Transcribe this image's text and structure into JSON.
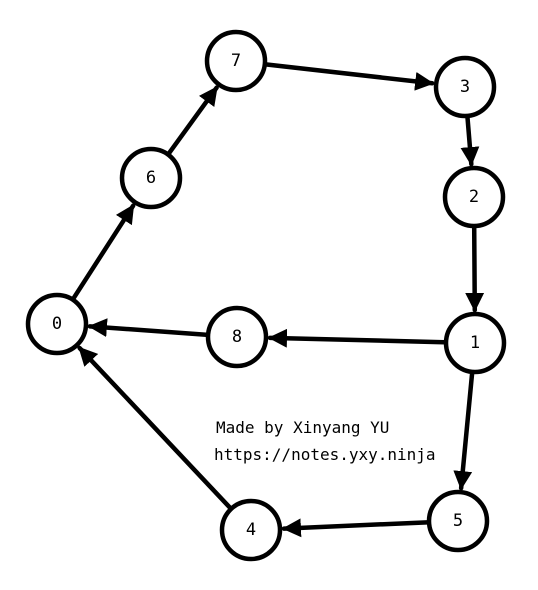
{
  "graph": {
    "nodes": [
      "0",
      "1",
      "2",
      "3",
      "4",
      "5",
      "6",
      "7",
      "8"
    ],
    "edges": [
      {
        "from": "0",
        "to": "6"
      },
      {
        "from": "6",
        "to": "7"
      },
      {
        "from": "7",
        "to": "3"
      },
      {
        "from": "3",
        "to": "2"
      },
      {
        "from": "2",
        "to": "1"
      },
      {
        "from": "1",
        "to": "8"
      },
      {
        "from": "8",
        "to": "0"
      },
      {
        "from": "1",
        "to": "5"
      },
      {
        "from": "5",
        "to": "4"
      },
      {
        "from": "4",
        "to": "0"
      }
    ],
    "directed": true
  },
  "credit": {
    "line1": "Made by Xinyang YU",
    "line2": "https://notes.yxy.ninja"
  },
  "colors": {
    "stroke": "#000000",
    "background": "#ffffff"
  }
}
